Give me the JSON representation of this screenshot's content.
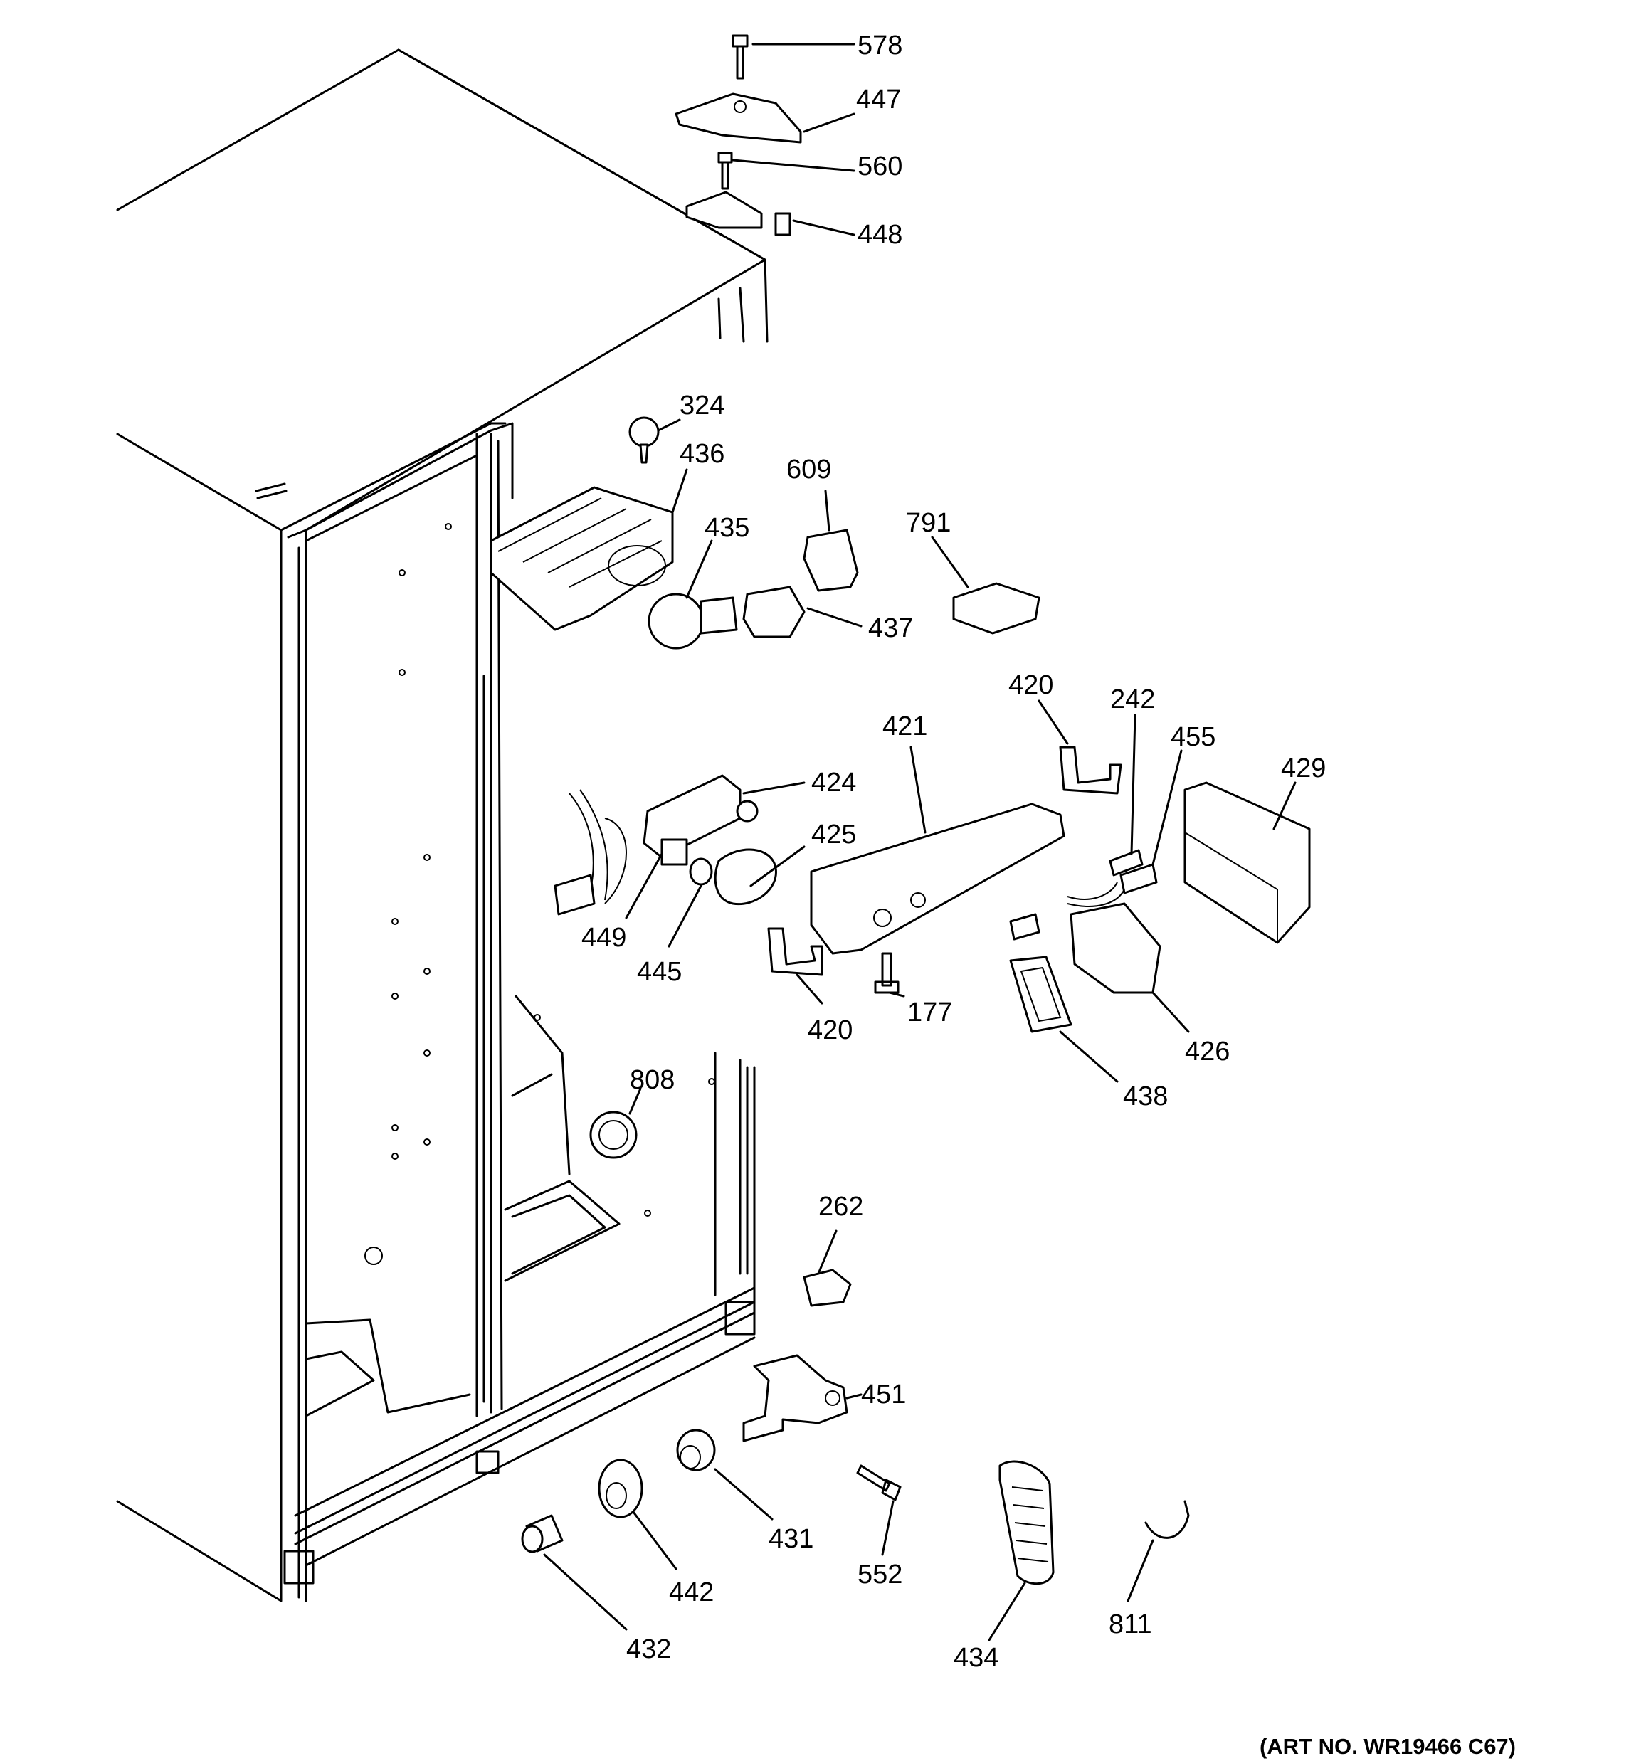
{
  "callouts": {
    "578": "578",
    "447": "447",
    "560": "560",
    "448": "448",
    "324": "324",
    "436": "436",
    "609": "609",
    "435": "435",
    "791": "791",
    "437": "437",
    "420a": "420",
    "242": "242",
    "455": "455",
    "421": "421",
    "429": "429",
    "424": "424",
    "425": "425",
    "449": "449",
    "445": "445",
    "420b": "420",
    "177": "177",
    "426": "426",
    "438": "438",
    "808": "808",
    "262": "262",
    "451": "451",
    "431": "431",
    "442": "442",
    "552": "552",
    "432": "432",
    "434": "434",
    "811": "811"
  },
  "art_number": "(ART NO. WR19466 C67)"
}
